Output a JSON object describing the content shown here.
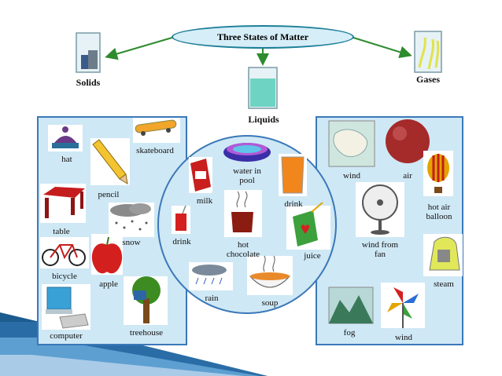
{
  "title": "Three States of Matter",
  "categories": {
    "solids": "Solids",
    "liquids": "Liquids",
    "gases": "Gases"
  },
  "solids_items": [
    "hat",
    "skateboard",
    "pencil",
    "table",
    "snow",
    "bicycle",
    "apple",
    "computer",
    "treehouse"
  ],
  "liquids_items": [
    "water in pool",
    "milk",
    "drink",
    "drink",
    "hot chocolate",
    "juice",
    "rain",
    "soup"
  ],
  "gases_items": [
    "wind",
    "air",
    "hot air balloon",
    "wind from fan",
    "steam",
    "fog",
    "wind"
  ],
  "colors": {
    "border": "#3a78b8",
    "panel": "#cfe8f5",
    "arrow": "#2e8b2e",
    "oval": "#d6eef7"
  }
}
